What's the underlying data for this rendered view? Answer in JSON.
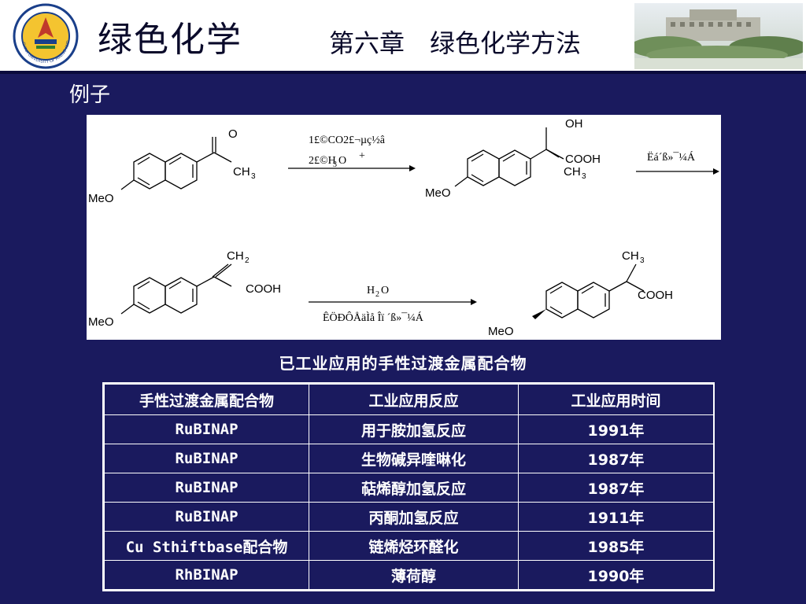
{
  "header": {
    "course_title": "绿色化学",
    "chapter_title": "第六章　绿色化学方法",
    "logo_text": "CHINA UNIVERSITY OF MINING AND TECHNOLOGY"
  },
  "section_label": "例子",
  "scheme": {
    "r1_ketone_o": "O",
    "r1_ch3": "CH",
    "r1_ch3_sub": "3",
    "r1_meo": "MeO",
    "step1_cond1": "1£©CO2£¬µç½â",
    "step1_cond2a": "2£©H",
    "step1_cond2_sub": "3",
    "step1_cond2b": "O",
    "step1_cond2_sup": "+",
    "p1_oh": "OH",
    "p1_cooh": "COOH",
    "p1_ch3": "CH",
    "p1_ch3_sub": "3",
    "p1_meo": "MeO",
    "step2_cond": "Ëá´ß»¯¼Á",
    "r2_ch2": "CH",
    "r2_ch2_sub": "2",
    "r2_cooh": "COOH",
    "r2_meo": "MeO",
    "step3_cond1a": "H",
    "step3_cond1_sub": "2",
    "step3_cond1b": "O",
    "step3_cond2": "ÊÖÐÔÅäÌå Îï ´ß»¯¼Á",
    "p2_ch3": "CH",
    "p2_ch3_sub": "3",
    "p2_cooh": "COOH",
    "p2_meo": "MeO"
  },
  "table": {
    "caption": "已工业应用的手性过渡金属配合物",
    "headers": [
      "手性过渡金属配合物",
      "工业应用反应",
      "工业应用时间"
    ],
    "rows": [
      [
        "RuBINAP",
        "用于胺加氢反应",
        "1991年"
      ],
      [
        "RuBINAP",
        "生物碱异喹啉化",
        "1987年"
      ],
      [
        "RuBINAP",
        "萜烯醇加氢反应",
        "1987年"
      ],
      [
        "RuBINAP",
        "丙酮加氢反应",
        "1911年"
      ],
      [
        "Cu Sthiftbase配合物",
        "链烯烃环醛化",
        "1985年"
      ],
      [
        "RhBINAP",
        "薄荷醇",
        "1990年"
      ]
    ]
  },
  "colors": {
    "background": "#1a1a5e",
    "header_bg": "#ffffff",
    "text_light": "#ffffff"
  }
}
